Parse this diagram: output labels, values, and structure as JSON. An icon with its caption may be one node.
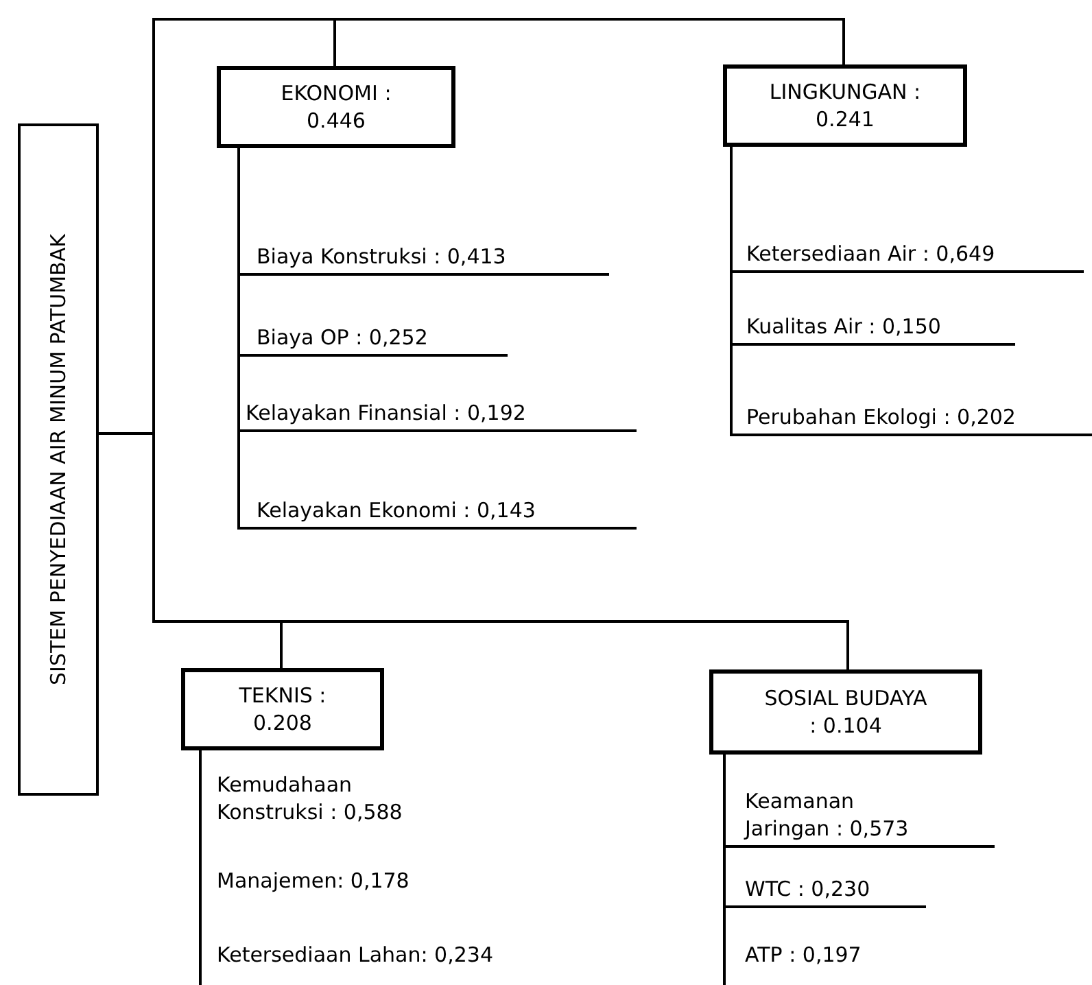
{
  "diagram": {
    "nodes": [
      {
        "text": [
          "SISTEM PENYEDIAAN AIR MINUM PATUMBAK"
        ]
      },
      {
        "text": [
          "EKONOMI : 0.446"
        ]
      },
      {
        "text": [
          "Biaya Konstruksi : 0,413"
        ]
      },
      {
        "text": [
          "Biaya OP : 0,252"
        ]
      },
      {
        "text": [
          "Kelayakan Finansial : 0,192"
        ]
      },
      {
        "text": [
          "Kelayakan Ekonomi : 0,143"
        ]
      },
      {
        "text": [
          "LINGKUNGAN : 0.241"
        ]
      },
      {
        "text": [
          "Ketersediaan Air : 0,649"
        ]
      },
      {
        "text": [
          "Kualitas Air : 0,150"
        ]
      },
      {
        "text": [
          "Perubahan Ekologi : 0,202"
        ]
      },
      {
        "text": [
          "TEKNIS : 0.208"
        ]
      },
      {
        "text": [
          "Kemudahaan Konstruksi : 0,588"
        ]
      },
      {
        "text": [
          "Manajemen: 0,178"
        ]
      },
      {
        "text": [
          "Ketersediaan Lahan: 0,234"
        ]
      },
      {
        "text": [
          "SOSIAL BUDAYA : 0.104"
        ]
      },
      {
        "text": [
          "Keamanan Jaringan : 0,573"
        ]
      },
      {
        "text": [
          "WTC : 0,230"
        ]
      },
      {
        "text": [
          "ATP : 0,197"
        ]
      }
    ],
    "edges": [
      {
        "from": 0,
        "to": 1,
        "arrow": "none"
      },
      {
        "from": 0,
        "to": 6,
        "arrow": "none"
      },
      {
        "from": 0,
        "to": 10,
        "arrow": "none"
      },
      {
        "from": 0,
        "to": 14,
        "arrow": "none"
      },
      {
        "from": 1,
        "to": 2,
        "arrow": "none"
      },
      {
        "from": 1,
        "to": 3,
        "arrow": "none"
      },
      {
        "from": 1,
        "to": 4,
        "arrow": "none"
      },
      {
        "from": 1,
        "to": 5,
        "arrow": "none"
      },
      {
        "from": 6,
        "to": 7,
        "arrow": "none"
      },
      {
        "from": 6,
        "to": 8,
        "arrow": "none"
      },
      {
        "from": 6,
        "to": 9,
        "arrow": "none"
      },
      {
        "from": 10,
        "to": 11,
        "arrow": "none"
      },
      {
        "from": 10,
        "to": 12,
        "arrow": "none"
      },
      {
        "from": 10,
        "to": 13,
        "arrow": "none"
      },
      {
        "from": 14,
        "to": 15,
        "arrow": "none"
      },
      {
        "from": 14,
        "to": 16,
        "arrow": "none"
      },
      {
        "from": 14,
        "to": 17,
        "arrow": "none"
      }
    ]
  }
}
